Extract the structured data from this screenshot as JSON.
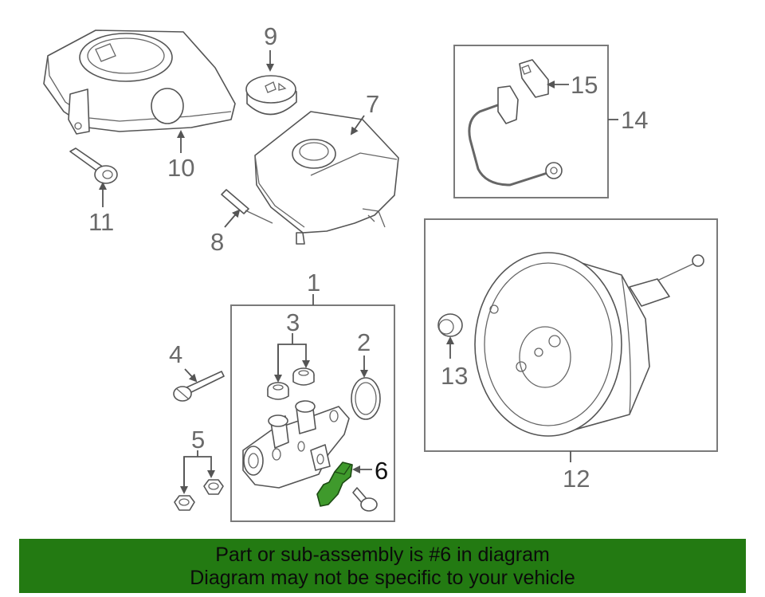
{
  "callouts": {
    "c1": "1",
    "c2": "2",
    "c3": "3",
    "c4": "4",
    "c5": "5",
    "c6": "6",
    "c7": "7",
    "c8": "8",
    "c9": "9",
    "c10": "10",
    "c11": "11",
    "c12": "12",
    "c13": "13",
    "c14": "14",
    "c15": "15"
  },
  "highlight": {
    "part": "6",
    "color": "#3f9a2c"
  },
  "banner": {
    "line1": "Part or sub-assembly is #6 in diagram",
    "line2": "Diagram may not be specific to your vehicle",
    "color": "#237a12"
  }
}
